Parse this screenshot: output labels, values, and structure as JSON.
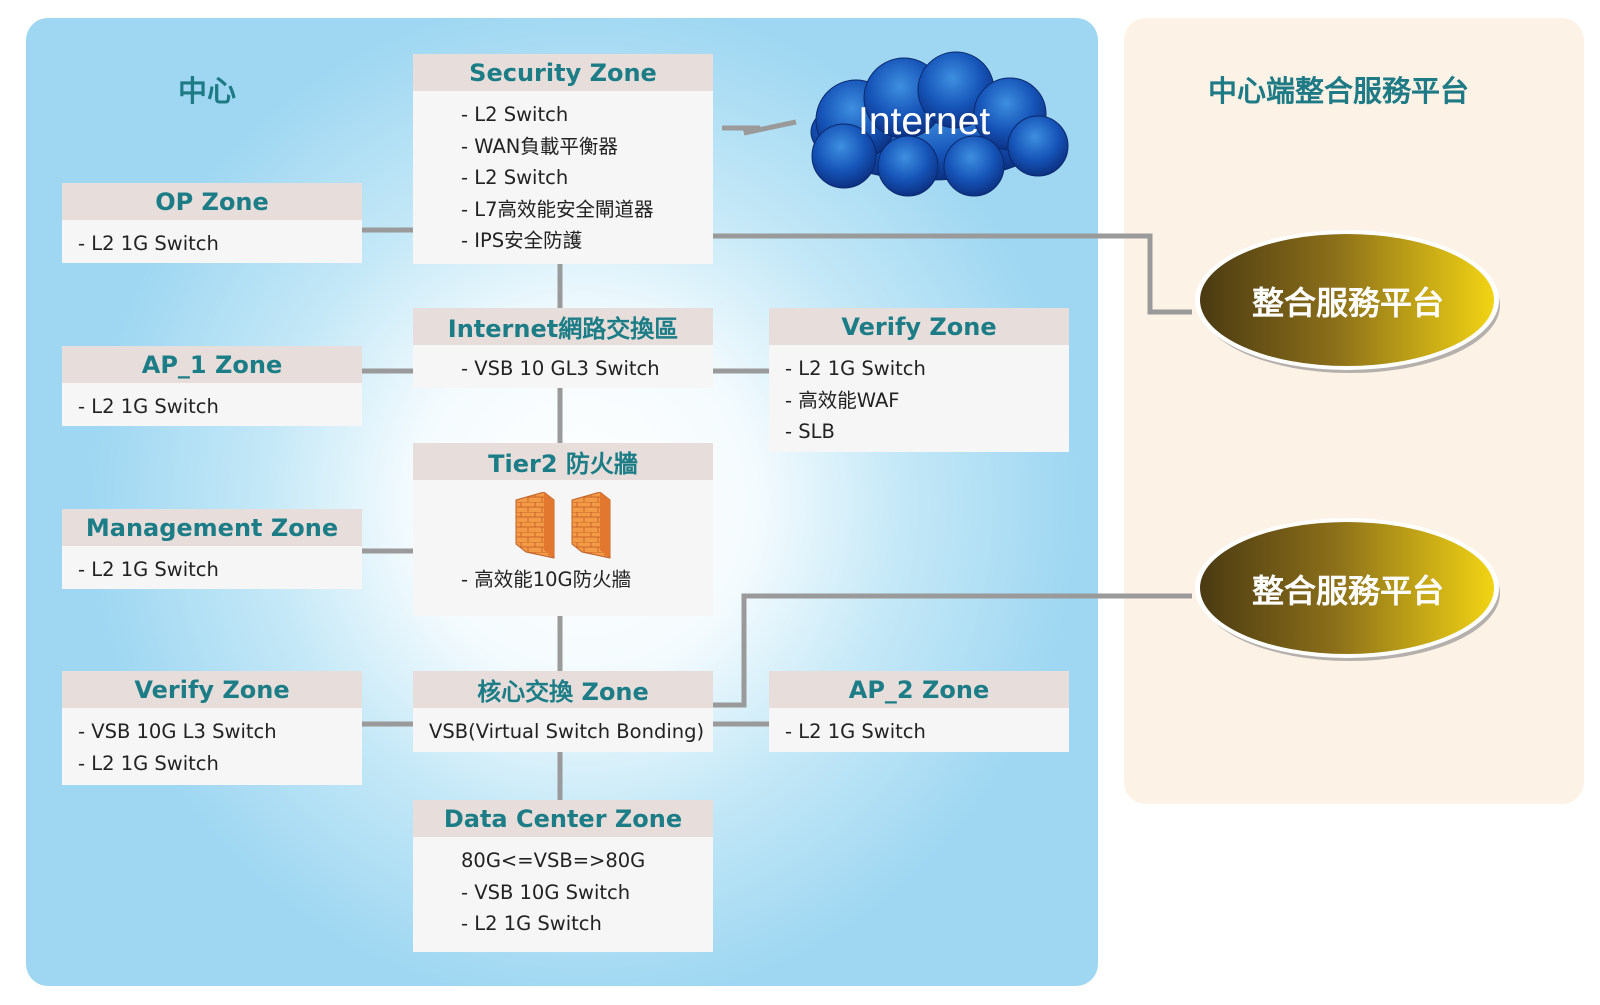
{
  "left_panel": {
    "title": "中心"
  },
  "right_panel": {
    "title": "中心端整合服務平台"
  },
  "internet": {
    "label": "Internet"
  },
  "platforms": [
    "整合服務平台",
    "整合服務平台"
  ],
  "zones": {
    "security": {
      "title": "Security Zone",
      "items": [
        "- L2 Switch",
        "- WAN負載平衡器",
        "- L2 Switch",
        "- L7高效能安全閘道器",
        "- IPS安全防護"
      ]
    },
    "op": {
      "title": "OP Zone",
      "items": [
        "- L2 1G Switch"
      ]
    },
    "internet_switch": {
      "title": "Internet網路交換區",
      "items": [
        "- VSB 10 GL3 Switch"
      ]
    },
    "verify_right": {
      "title": "Verify Zone",
      "items": [
        "- L2 1G Switch",
        "- 高效能WAF",
        "- SLB"
      ]
    },
    "ap1": {
      "title": "AP_1 Zone",
      "items": [
        "- L2 1G Switch"
      ]
    },
    "tier2": {
      "title": "Tier2 防火牆",
      "items": [
        "- 高效能10G防火牆"
      ]
    },
    "management": {
      "title": "Management Zone",
      "items": [
        "- L2 1G Switch"
      ]
    },
    "core": {
      "title": "核心交換 Zone",
      "items": [
        "VSB(Virtual Switch Bonding)"
      ]
    },
    "verify_left": {
      "title": "Verify Zone",
      "items": [
        "- VSB 10G L3 Switch",
        "- L2 1G Switch"
      ]
    },
    "ap2": {
      "title": "AP_2 Zone",
      "items": [
        "- L2 1G Switch"
      ]
    },
    "datacenter": {
      "title": "Data Center Zone",
      "items": [
        "80G<=VSB=>80G",
        "- VSB 10G Switch",
        "- L2 1G Switch"
      ]
    }
  },
  "colors": {
    "zone_title": "#1d7d86",
    "header_bg": "#e7dedc",
    "wire": "#9a9a9a",
    "oval_dark": "#5a4a14",
    "oval_light": "#f2d414"
  }
}
